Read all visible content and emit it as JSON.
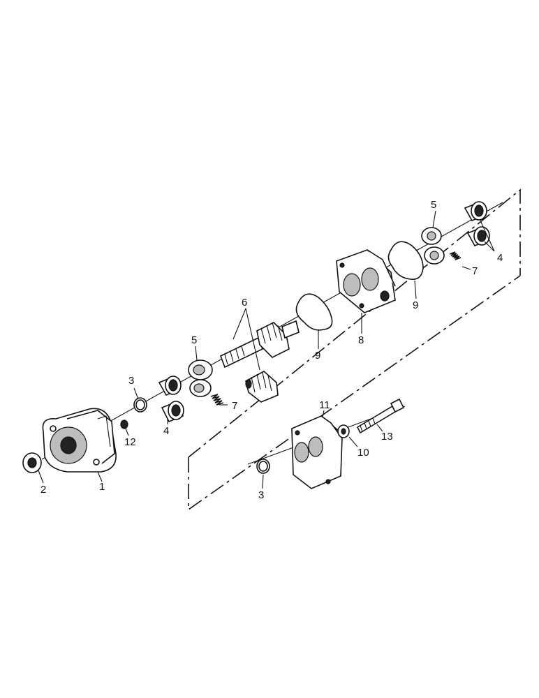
{
  "diagram": {
    "callouts": {
      "c1": "1",
      "c2": "2",
      "c3a": "3",
      "c3b": "3",
      "c4a": "4",
      "c4b": "4",
      "c5a": "5",
      "c5b": "5",
      "c6": "6",
      "c7a": "7",
      "c7b": "7",
      "c8": "8",
      "c9a": "9",
      "c9b": "9",
      "c10": "10",
      "c11": "11",
      "c12": "12",
      "c13": "13"
    }
  }
}
